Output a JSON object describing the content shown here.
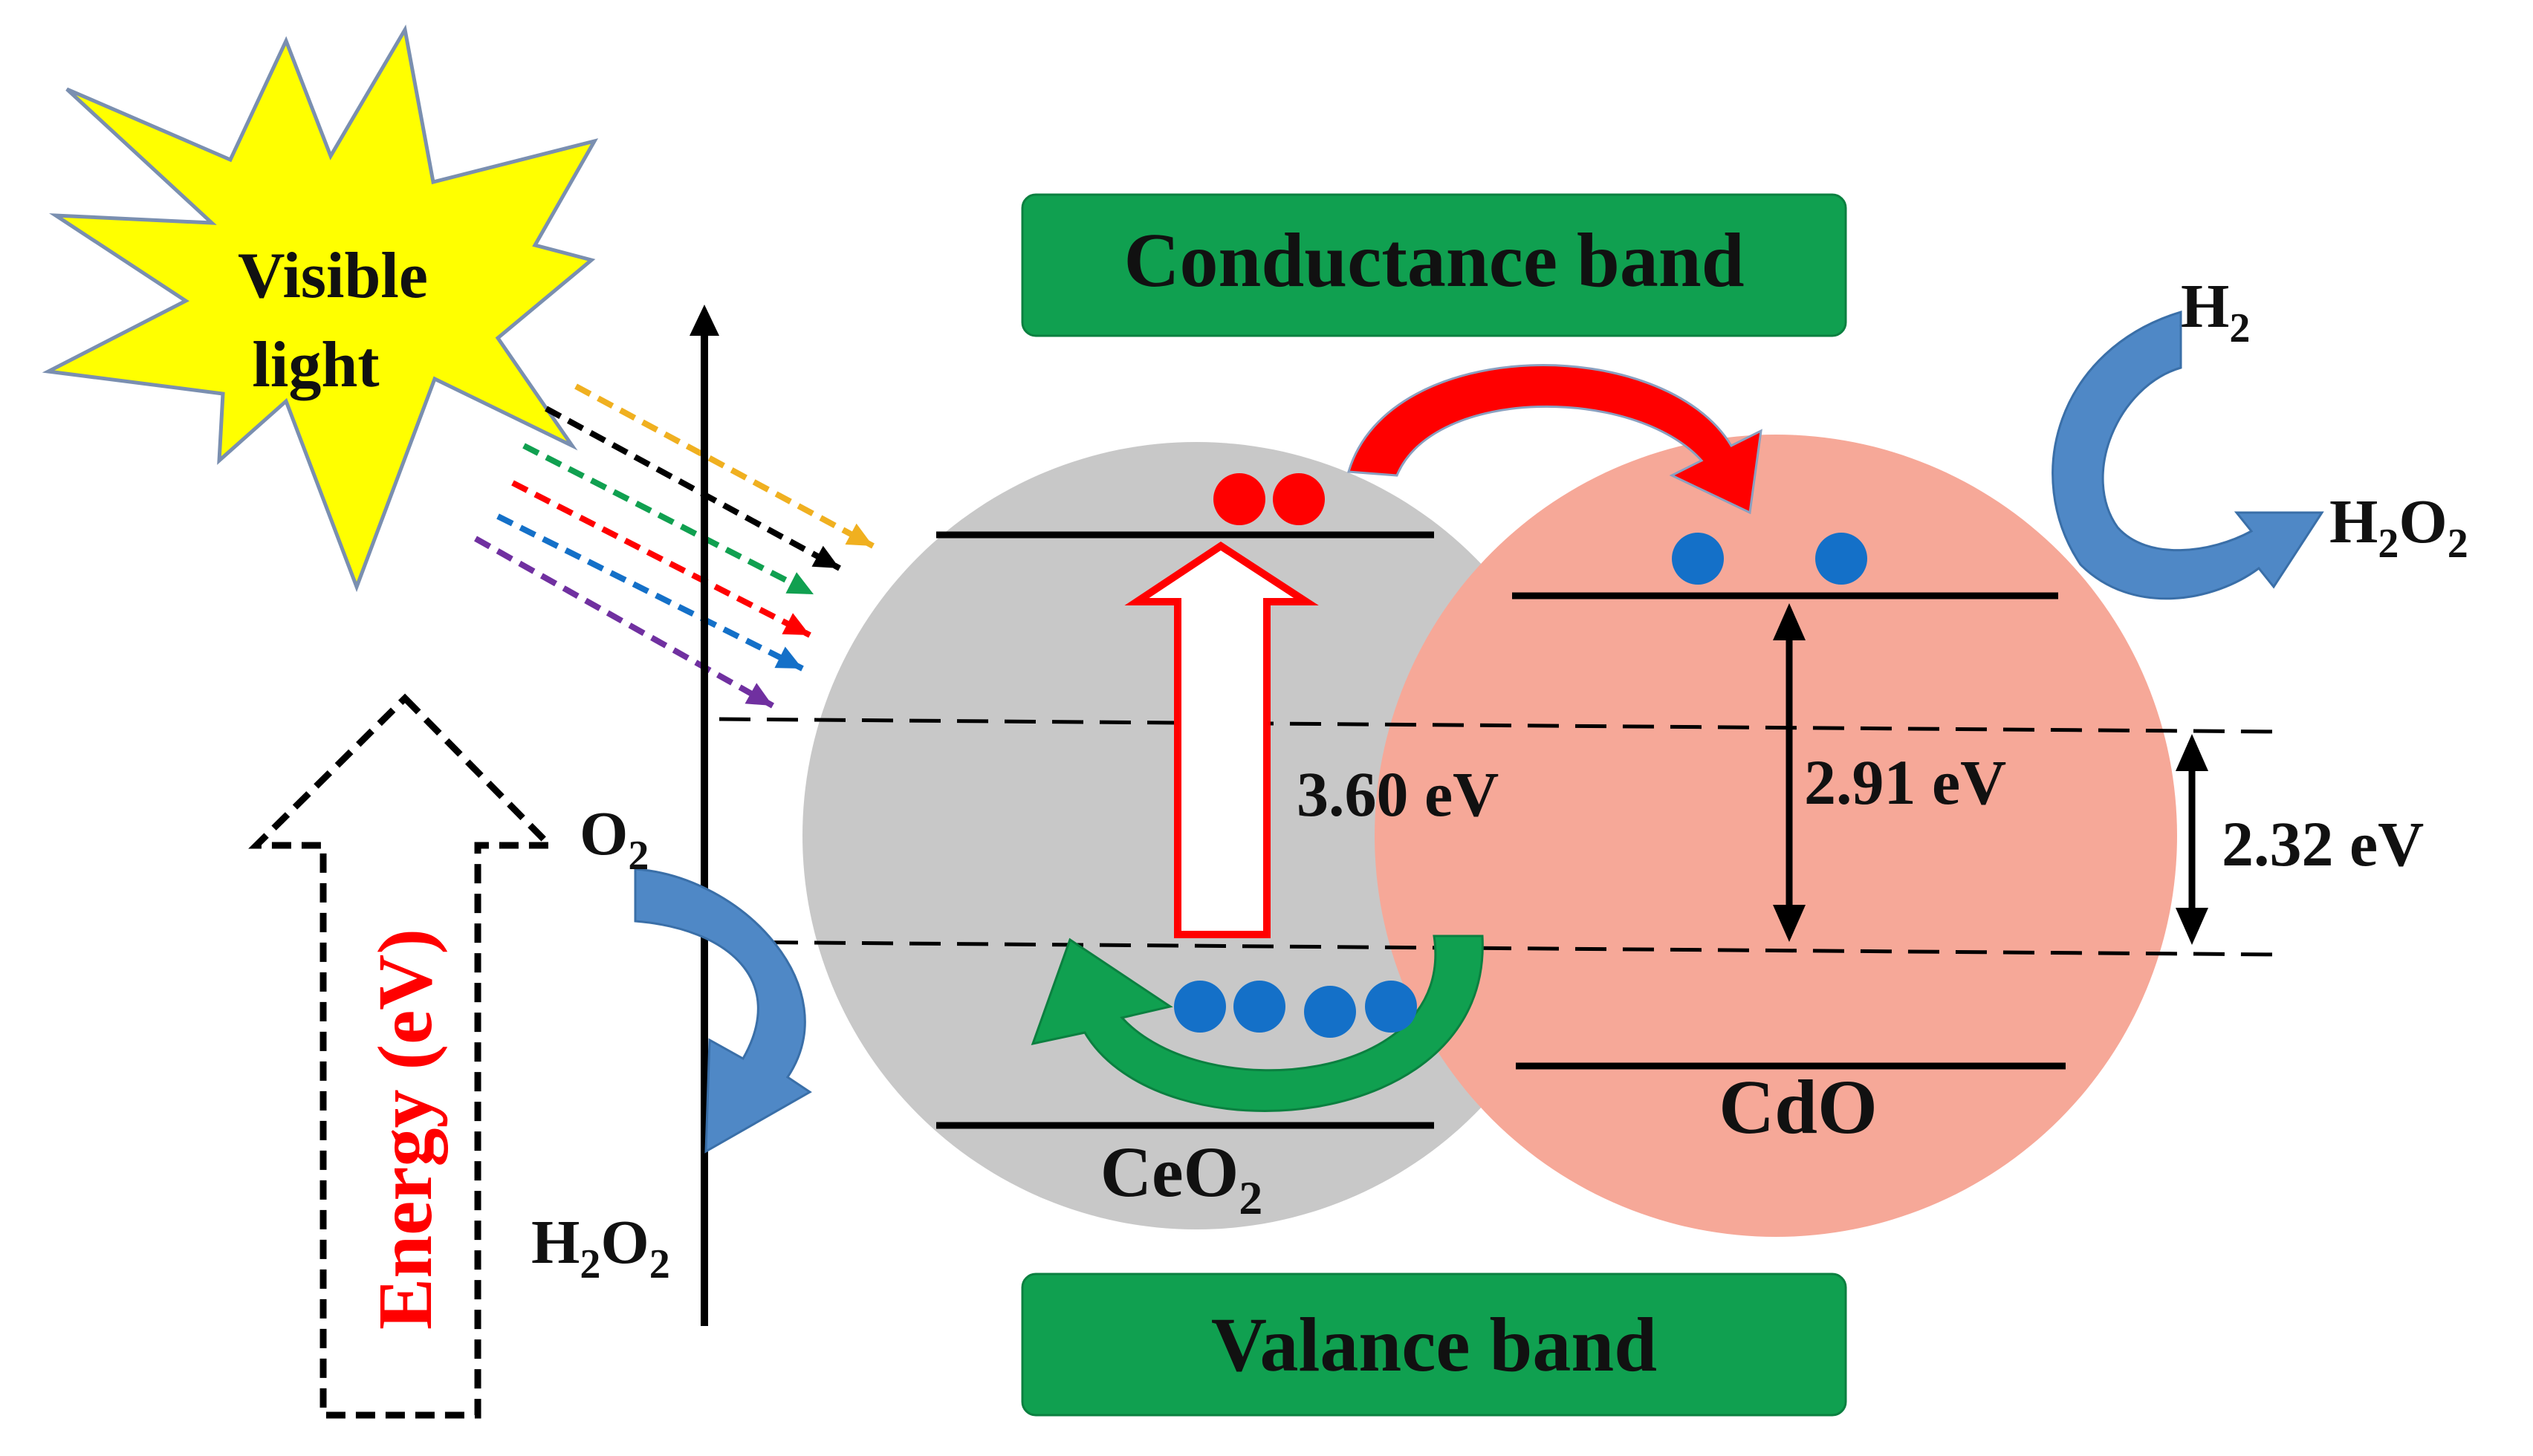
{
  "sun_label": [
    "Visible",
    "light"
  ],
  "top_box_label": "Conductance band",
  "bottom_box_label": "Valance band",
  "energy_axis_label": "Energy (eV)",
  "materials": {
    "left": {
      "name": "CeO",
      "subscript": "2",
      "band_gap": "3.60 eV"
    },
    "right": {
      "name": "CdO",
      "band_gap": "2.91 eV"
    }
  },
  "offset_gap": "2.32 eV",
  "o2_label": {
    "base": "O",
    "sub": "2"
  },
  "h2o2_left_label": {
    "a": "H",
    "a_sub": "2",
    "b": "O",
    "b_sub": "2"
  },
  "h2_label": {
    "base": "H",
    "sub": "2"
  },
  "h2o2_right_label": {
    "a": "H",
    "a_sub": "2",
    "b": "O",
    "b_sub": "2"
  },
  "colors": {
    "sun_fill": "#ffff00",
    "band_box": "#10a050",
    "ceo2_circle": "#c8c8c8",
    "cdo_circle": "#f6a898",
    "electron_red": "#ff0000",
    "electron_blue": "#1470c8",
    "transfer_arrow_red": "#ff0000",
    "transfer_arrow_green": "#10a050",
    "reaction_arrow_blue": "#4f88c6",
    "energy_text": "#ff0000"
  },
  "light_ray_colors": [
    "#f0b020",
    "#000000",
    "#10a050",
    "#ff0000",
    "#1470c8",
    "#7030a0"
  ]
}
